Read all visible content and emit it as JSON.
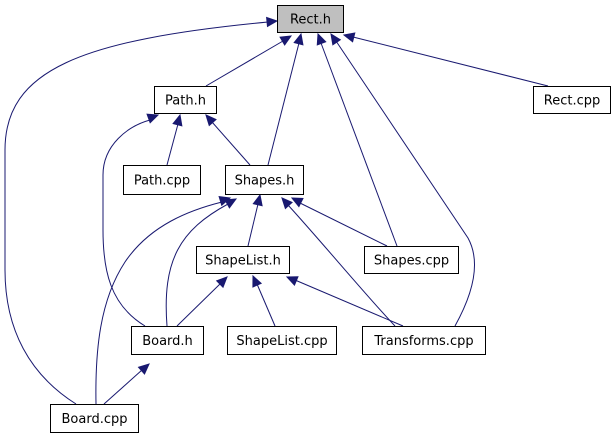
{
  "diagram": {
    "colors": {
      "edge": "#191970",
      "focus_fill": "#bfbfbf",
      "node_fill": "#ffffff",
      "node_stroke": "#000000"
    },
    "focus_node": "rect_h",
    "nodes": [
      {
        "id": "rect_h",
        "label": "Rect.h"
      },
      {
        "id": "path_h",
        "label": "Path.h"
      },
      {
        "id": "rect_cpp",
        "label": "Rect.cpp"
      },
      {
        "id": "path_cpp",
        "label": "Path.cpp"
      },
      {
        "id": "shapes_h",
        "label": "Shapes.h"
      },
      {
        "id": "shapelist_h",
        "label": "ShapeList.h"
      },
      {
        "id": "shapes_cpp",
        "label": "Shapes.cpp"
      },
      {
        "id": "board_h",
        "label": "Board.h"
      },
      {
        "id": "shapelist_cpp",
        "label": "ShapeList.cpp"
      },
      {
        "id": "transforms_cpp",
        "label": "Transforms.cpp"
      },
      {
        "id": "board_cpp",
        "label": "Board.cpp"
      }
    ],
    "edges": [
      {
        "from": "path_h",
        "to": "rect_h"
      },
      {
        "from": "rect_cpp",
        "to": "rect_h"
      },
      {
        "from": "shapes_h",
        "to": "rect_h"
      },
      {
        "from": "shapes_cpp",
        "to": "rect_h"
      },
      {
        "from": "transforms_cpp",
        "to": "rect_h"
      },
      {
        "from": "board_cpp",
        "to": "rect_h"
      },
      {
        "from": "path_cpp",
        "to": "path_h"
      },
      {
        "from": "shapes_h",
        "to": "path_h"
      },
      {
        "from": "board_h",
        "to": "path_h"
      },
      {
        "from": "shapelist_h",
        "to": "shapes_h"
      },
      {
        "from": "shapes_cpp",
        "to": "shapes_h"
      },
      {
        "from": "board_h",
        "to": "shapes_h"
      },
      {
        "from": "transforms_cpp",
        "to": "shapes_h"
      },
      {
        "from": "board_cpp",
        "to": "shapes_h"
      },
      {
        "from": "board_h",
        "to": "shapelist_h"
      },
      {
        "from": "shapelist_cpp",
        "to": "shapelist_h"
      },
      {
        "from": "transforms_cpp",
        "to": "shapelist_h"
      },
      {
        "from": "board_cpp",
        "to": "board_h"
      }
    ]
  }
}
